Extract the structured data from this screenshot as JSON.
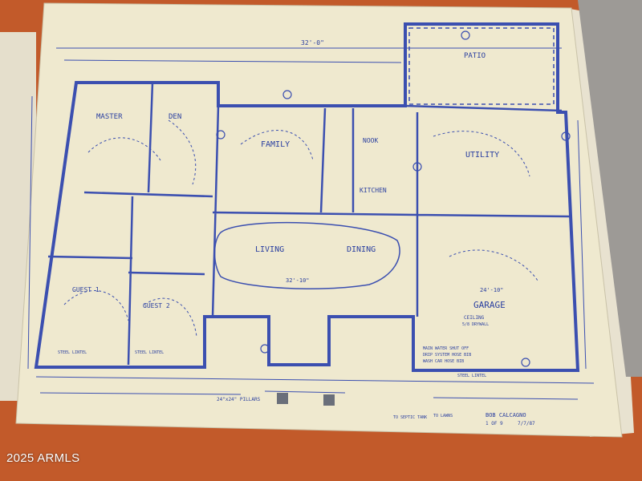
{
  "photo": {
    "watermark": "2025 ARMLS"
  },
  "blueprint": {
    "rooms": {
      "master": "MASTER",
      "den": "DEN",
      "family": "FAMILY",
      "nook": "NOOK",
      "kitchen": "KITCHEN",
      "utility": "UTILITY",
      "patio": "PATIO",
      "living": "LIVING",
      "dining": "DINING",
      "guest1": "GUEST 1",
      "guest2": "GUEST 2",
      "garage": "GARAGE"
    },
    "notes": {
      "overall_width": "32'-0\"",
      "steel_lintel": "STEEL LINTEL",
      "living_dim": "32'-10\"",
      "garage_dim": "24'-10\"",
      "ceiling": "CEILING",
      "ceiling_material": "5/8 DRYWALL",
      "main_water": "MAIN WATER SHUT OFF",
      "drip_system": "DRIP SYSTEM HOSE BIB",
      "wash_car": "WASH CAR HOSE BIB",
      "pillars": "24\"x24\" PILLARS",
      "to_septic": "TO SEPTIC TANK",
      "to_lawns": "TO LAWNS",
      "signature": "BOB CALCAGNO",
      "sheet": "1 OF 9",
      "date": "7/7/87"
    }
  },
  "colors": {
    "background": "#c25a2a",
    "paper": "#efe9cf",
    "ink": "#2a3fa0"
  }
}
